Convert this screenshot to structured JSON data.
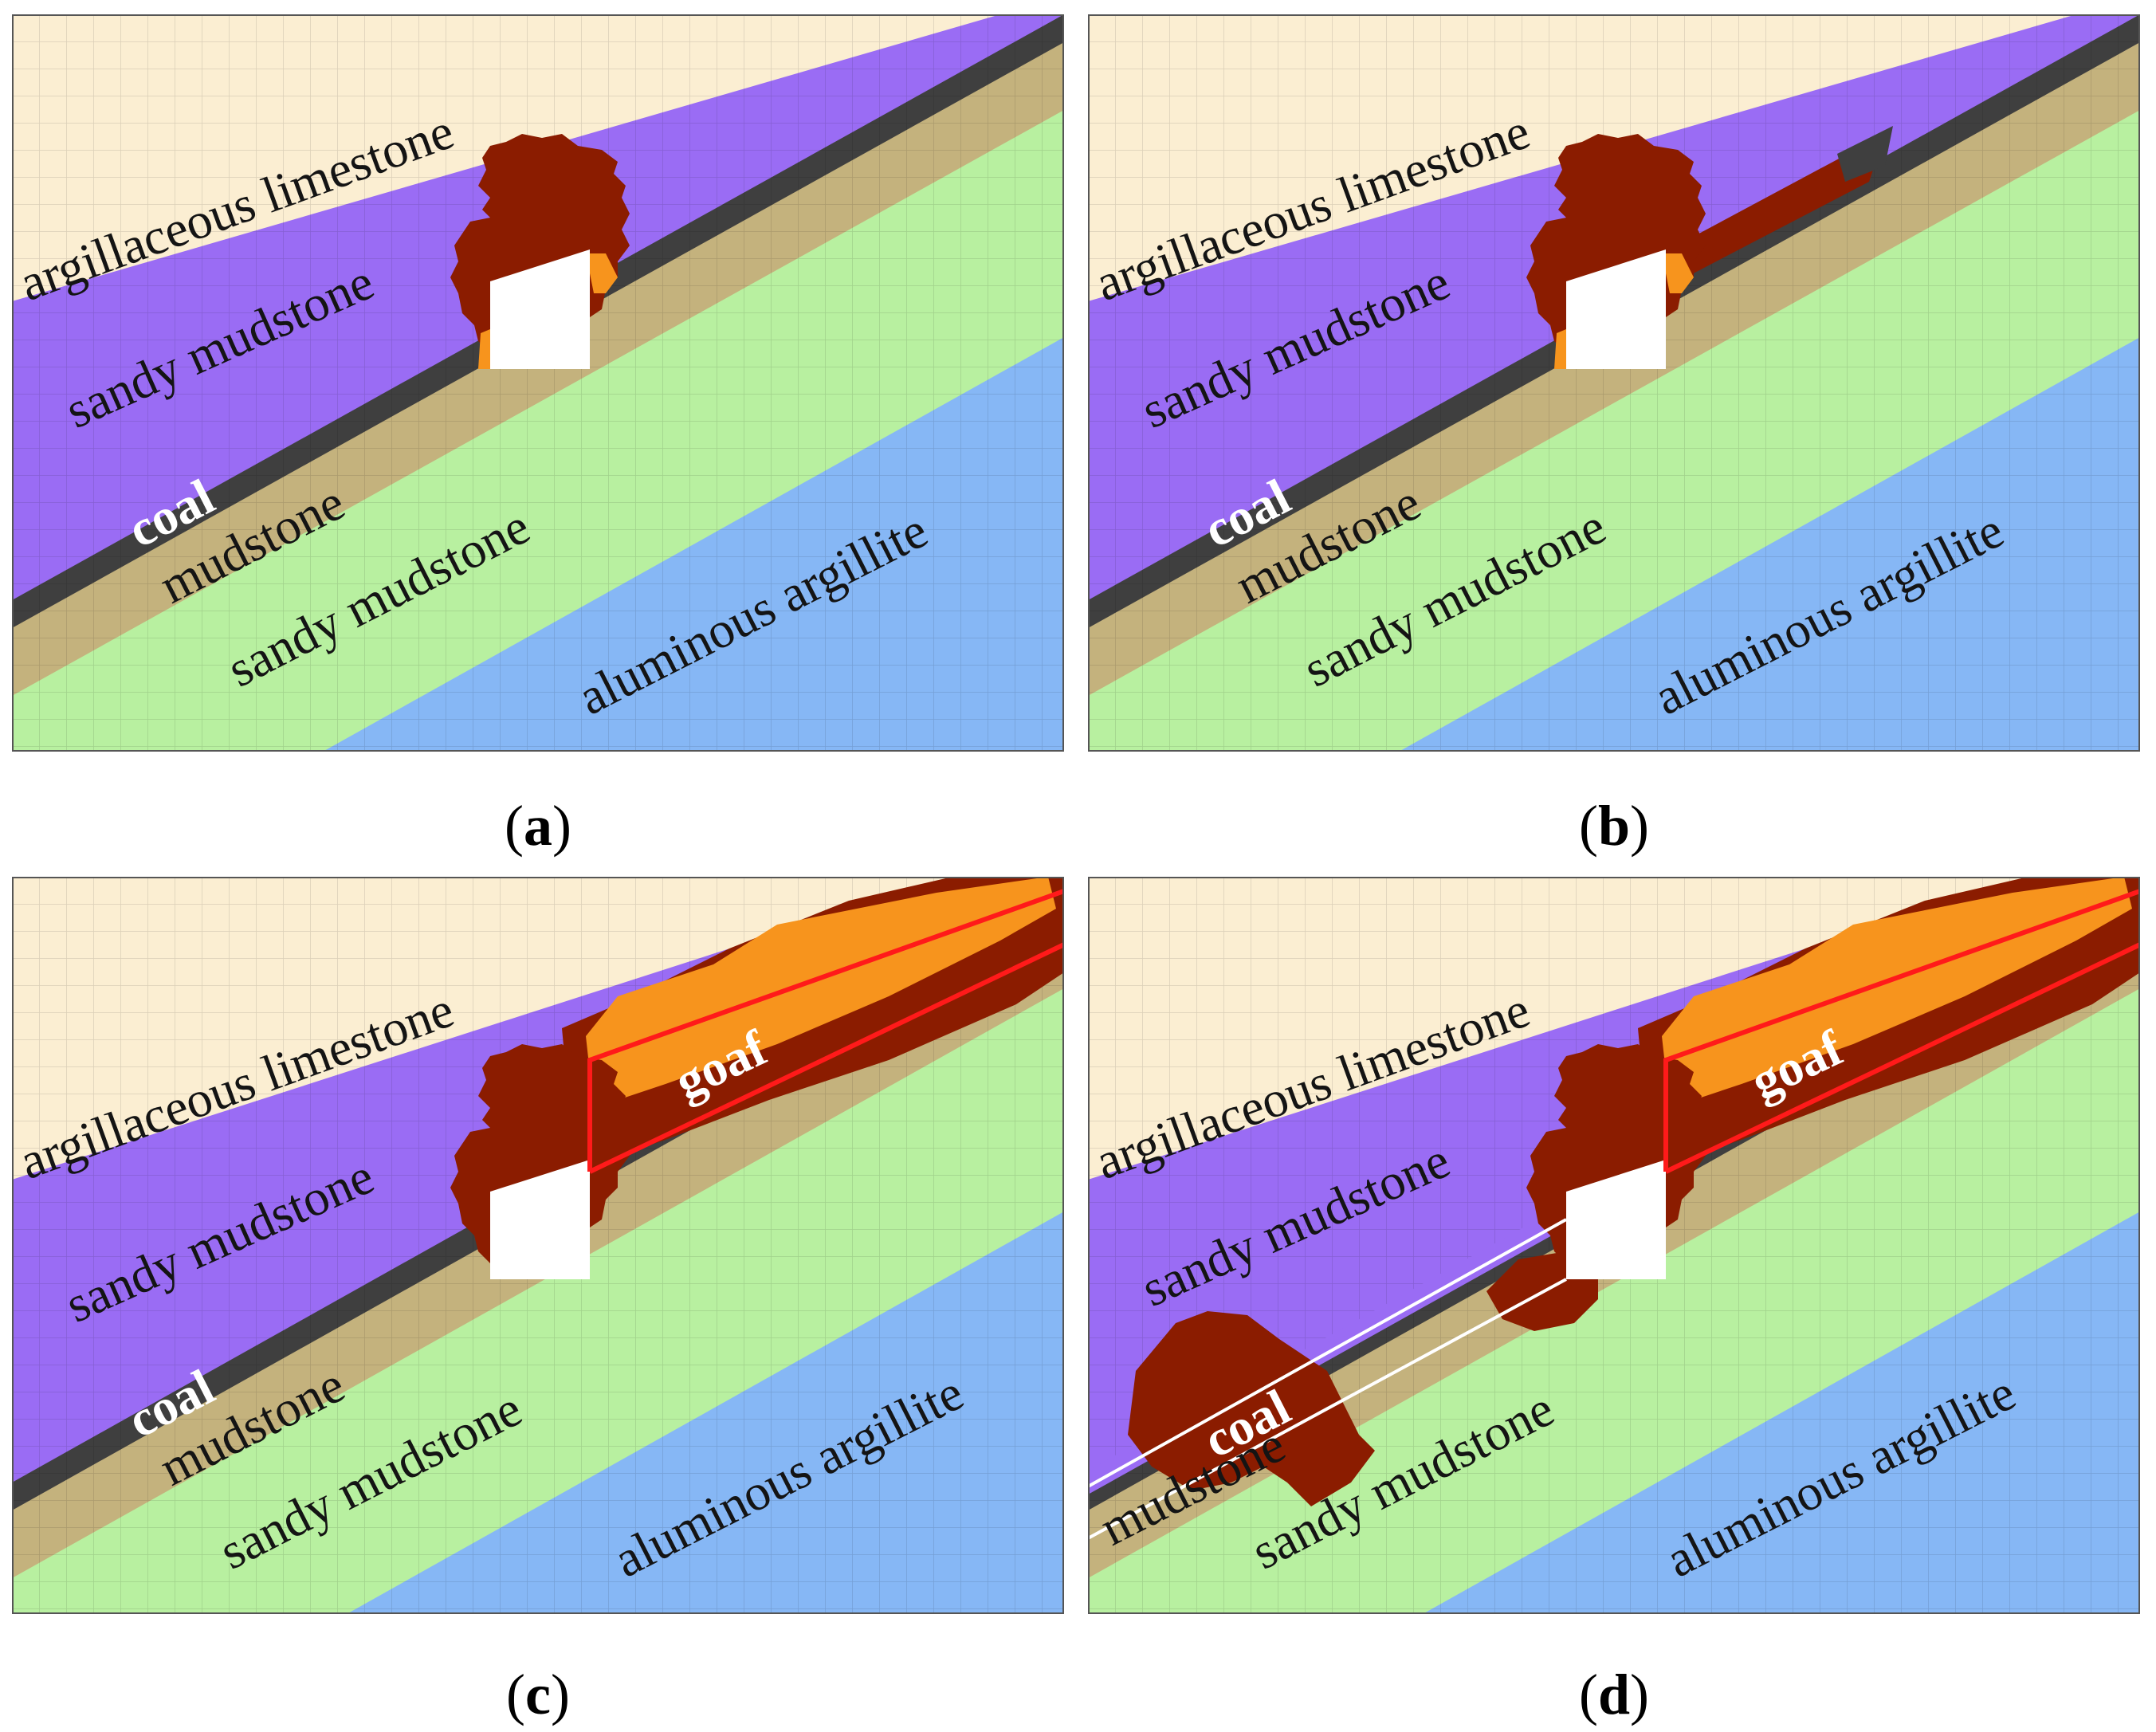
{
  "layer_labels": {
    "argillaceous_limestone": "argillaceous limestone",
    "sandy_mudstone_upper": "sandy mudstone",
    "coal": "coal",
    "mudstone": "mudstone",
    "sandy_mudstone_lower": "sandy mudstone",
    "aluminous_argillite": "aluminous argillite",
    "goaf": "goaf"
  },
  "captions": {
    "a": "a",
    "b": "b",
    "c": "c",
    "d": "d"
  },
  "colors": {
    "argillaceous_limestone": "#fbeed2",
    "sandy_mudstone_upper": "#9a6cf4",
    "coal": "#3f3f3f",
    "mudstone": "#c4b27d",
    "sandy_mudstone_lower": "#b8f0a0",
    "aluminous_argillite": "#86b7f5",
    "plastic_zone_dark": "#8b1c00",
    "plastic_zone_orange": "#f7941d",
    "goaf_outline": "#ff1a1a",
    "roadway": "#ffffff"
  }
}
